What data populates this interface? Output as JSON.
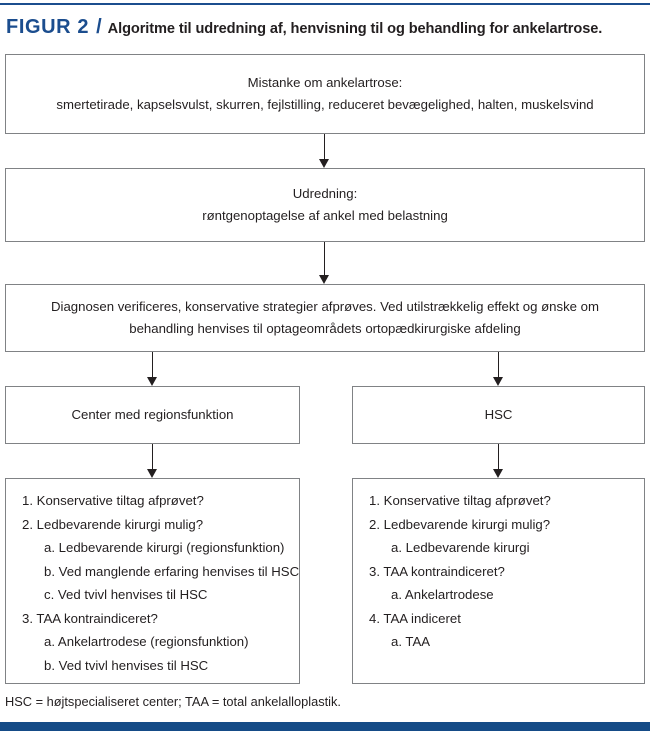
{
  "figure": {
    "label": "FIGUR 2",
    "separator": "/",
    "title": "Algoritme til udredning af, henvisning til og behandling for ankelartrose."
  },
  "colors": {
    "accent_blue": "#1b4d8e",
    "bottom_bar_blue": "#154b87",
    "box_border_gray": "#808285",
    "text_black": "#231f20",
    "background": "#ffffff"
  },
  "nodes": {
    "suspicion": {
      "name": "Mistanke om ankelartrose",
      "line1": "Mistanke om ankelartrose:",
      "line2": "smertetirade, kapselsvulst, skurren, fejlstilling, reduceret bevægelighed, halten, muskelsvind"
    },
    "workup": {
      "name": "Udredning",
      "line1": "Udredning:",
      "line2": "røntgenoptagelse af ankel med belastning"
    },
    "diagnosis": {
      "name": "Diagnosen verificeres",
      "line1": "Diagnosen verificeres, konservative strategier afprøves. Ved utilstrækkelig effekt og ønske om",
      "line2": "behandling henvises til optageområdets ortopædkirurgiske afdeling"
    },
    "center": {
      "label": "Center med regionsfunktion"
    },
    "hsc": {
      "label": "HSC"
    },
    "center_list": {
      "items": [
        {
          "text": "1. Konservative tiltag afprøvet?",
          "level": 0
        },
        {
          "text": "2. Ledbevarende kirurgi mulig?",
          "level": 0
        },
        {
          "text": "a. Ledbevarende kirurgi (regionsfunktion)",
          "level": 1
        },
        {
          "text": "b. Ved manglende erfaring henvises til HSC",
          "level": 1
        },
        {
          "text": "c. Ved tvivl henvises til HSC",
          "level": 1
        },
        {
          "text": "3. TAA kontraindiceret?",
          "level": 0
        },
        {
          "text": "a. Ankelartrodese (regionsfunktion)",
          "level": 1
        },
        {
          "text": "b. Ved tvivl henvises til HSC",
          "level": 1
        }
      ]
    },
    "hsc_list": {
      "items": [
        {
          "text": "1. Konservative tiltag afprøvet?",
          "level": 0
        },
        {
          "text": "2. Ledbevarende kirurgi mulig?",
          "level": 0
        },
        {
          "text": "a. Ledbevarende kirurgi",
          "level": 1
        },
        {
          "text": "3. TAA kontraindiceret?",
          "level": 0
        },
        {
          "text": "a. Ankelartrodese",
          "level": 1
        },
        {
          "text": "4. TAA indiceret",
          "level": 0
        },
        {
          "text": "a. TAA",
          "level": 1
        }
      ]
    }
  },
  "connectors": [
    {
      "id": "arrow-1",
      "from": "suspicion",
      "to": "workup",
      "direction": "down"
    },
    {
      "id": "arrow-2",
      "from": "workup",
      "to": "diagnosis",
      "direction": "down"
    },
    {
      "id": "arrow-3",
      "from": "diagnosis",
      "to": "center",
      "direction": "down"
    },
    {
      "id": "arrow-4",
      "from": "diagnosis",
      "to": "hsc",
      "direction": "down"
    },
    {
      "id": "arrow-5",
      "from": "center",
      "to": "center_list",
      "direction": "down"
    },
    {
      "id": "arrow-6",
      "from": "hsc",
      "to": "hsc_list",
      "direction": "down"
    }
  ],
  "footnote": "HSC = højtspecialiseret center; TAA = total ankelalloplastik."
}
